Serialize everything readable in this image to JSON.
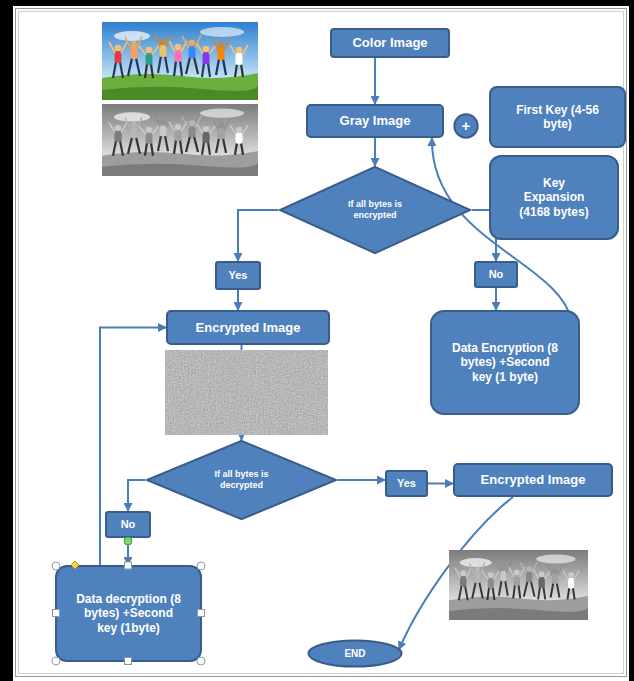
{
  "diagram": {
    "nodes": [
      {
        "text": [
          "Color Image"
        ]
      },
      {
        "text": [
          "Gray Image"
        ]
      },
      {
        "text": [
          "+"
        ]
      },
      {
        "text": [
          "First Key (4-56 byte)"
        ]
      },
      {
        "text": [
          "Key Expansion (4168 bytes)"
        ]
      },
      {
        "text": [
          "If all bytes is encrypted"
        ]
      },
      {
        "text": [
          "Yes"
        ]
      },
      {
        "text": [
          "No"
        ]
      },
      {
        "text": [
          "Encrypted Image"
        ]
      },
      {
        "text": [
          "Data Encryption (8 bytes) +Second key (1 byte)"
        ]
      },
      {
        "text": [
          "If all bytes is decrypted"
        ]
      },
      {
        "text": [
          "Yes"
        ]
      },
      {
        "text": [
          "Encrypted Image"
        ]
      },
      {
        "text": [
          "No"
        ]
      },
      {
        "text": [
          "Data decryption (8 bytes) +Second key (1byte)"
        ]
      },
      {
        "text": [
          "END"
        ]
      }
    ],
    "edges": [
      {
        "from": 0,
        "to": 1,
        "arrow": "to"
      },
      {
        "from": 1,
        "to": 5,
        "arrow": "to"
      },
      {
        "from": 5,
        "to": 6,
        "arrow": "to"
      },
      {
        "from": 5,
        "to": 7,
        "arrow": "to"
      },
      {
        "from": 6,
        "to": 8,
        "arrow": "to"
      },
      {
        "from": 7,
        "to": 9,
        "arrow": "to"
      },
      {
        "from": 9,
        "to": 1,
        "arrow": "to"
      },
      {
        "from": 8,
        "to": 10,
        "arrow": "to"
      },
      {
        "from": 10,
        "to": 11,
        "arrow": "to"
      },
      {
        "from": 11,
        "to": 12,
        "arrow": "to"
      },
      {
        "from": 10,
        "to": 13,
        "arrow": "to"
      },
      {
        "from": 13,
        "to": 14,
        "arrow": "to"
      },
      {
        "from": 14,
        "to": 8,
        "arrow": "to"
      },
      {
        "from": 12,
        "to": 15,
        "arrow": "to"
      }
    ]
  }
}
